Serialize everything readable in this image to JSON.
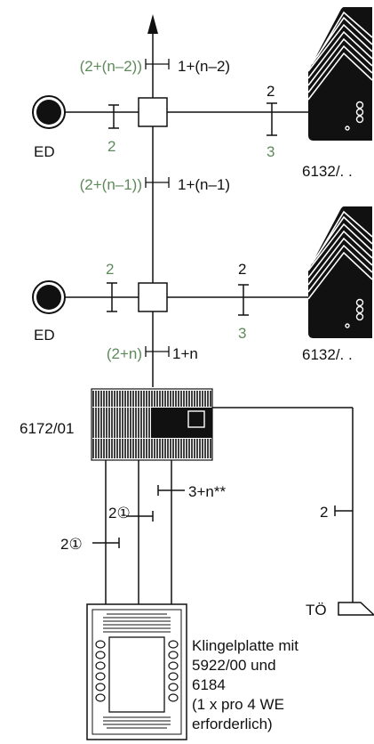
{
  "colors": {
    "line": "#111111",
    "green": "#5d8a5a",
    "background": "#ffffff"
  },
  "riser": {
    "top_green": "(2+(n–2))",
    "top_black": "1+(n–2)",
    "mid_green": "(2+(n–1))",
    "mid_black": "1+(n–1)",
    "bottom_green": "(2+n)",
    "bottom_black": "1+n"
  },
  "floor1": {
    "ed_label": "ED",
    "left_wire_green": "2",
    "right_wire_black": "2",
    "right_wire_green": "3",
    "station_label": "6132/. ."
  },
  "floor2": {
    "ed_label": "ED",
    "left_wire_green": "2",
    "right_wire_black": "2",
    "right_wire_green": "3",
    "station_label": "6132/. ."
  },
  "controller": {
    "label": "6172/01",
    "wire_a": "2①",
    "wire_b": "2①",
    "wire_c": "3+n**",
    "door_opener_wire": "2",
    "door_opener_label": "TÖ"
  },
  "bell_panel": {
    "lines": [
      "Klingelplatte mit",
      "5922/00 und",
      "6184",
      "(1 x pro 4 WE",
      "erforderlich)"
    ]
  },
  "icons": [
    "up-arrow-icon",
    "door-bell-button-icon",
    "indoor-station-icon",
    "door-opener-icon",
    "bell-panel-icon",
    "distributor-box-icon",
    "power-supply-controller-icon"
  ]
}
